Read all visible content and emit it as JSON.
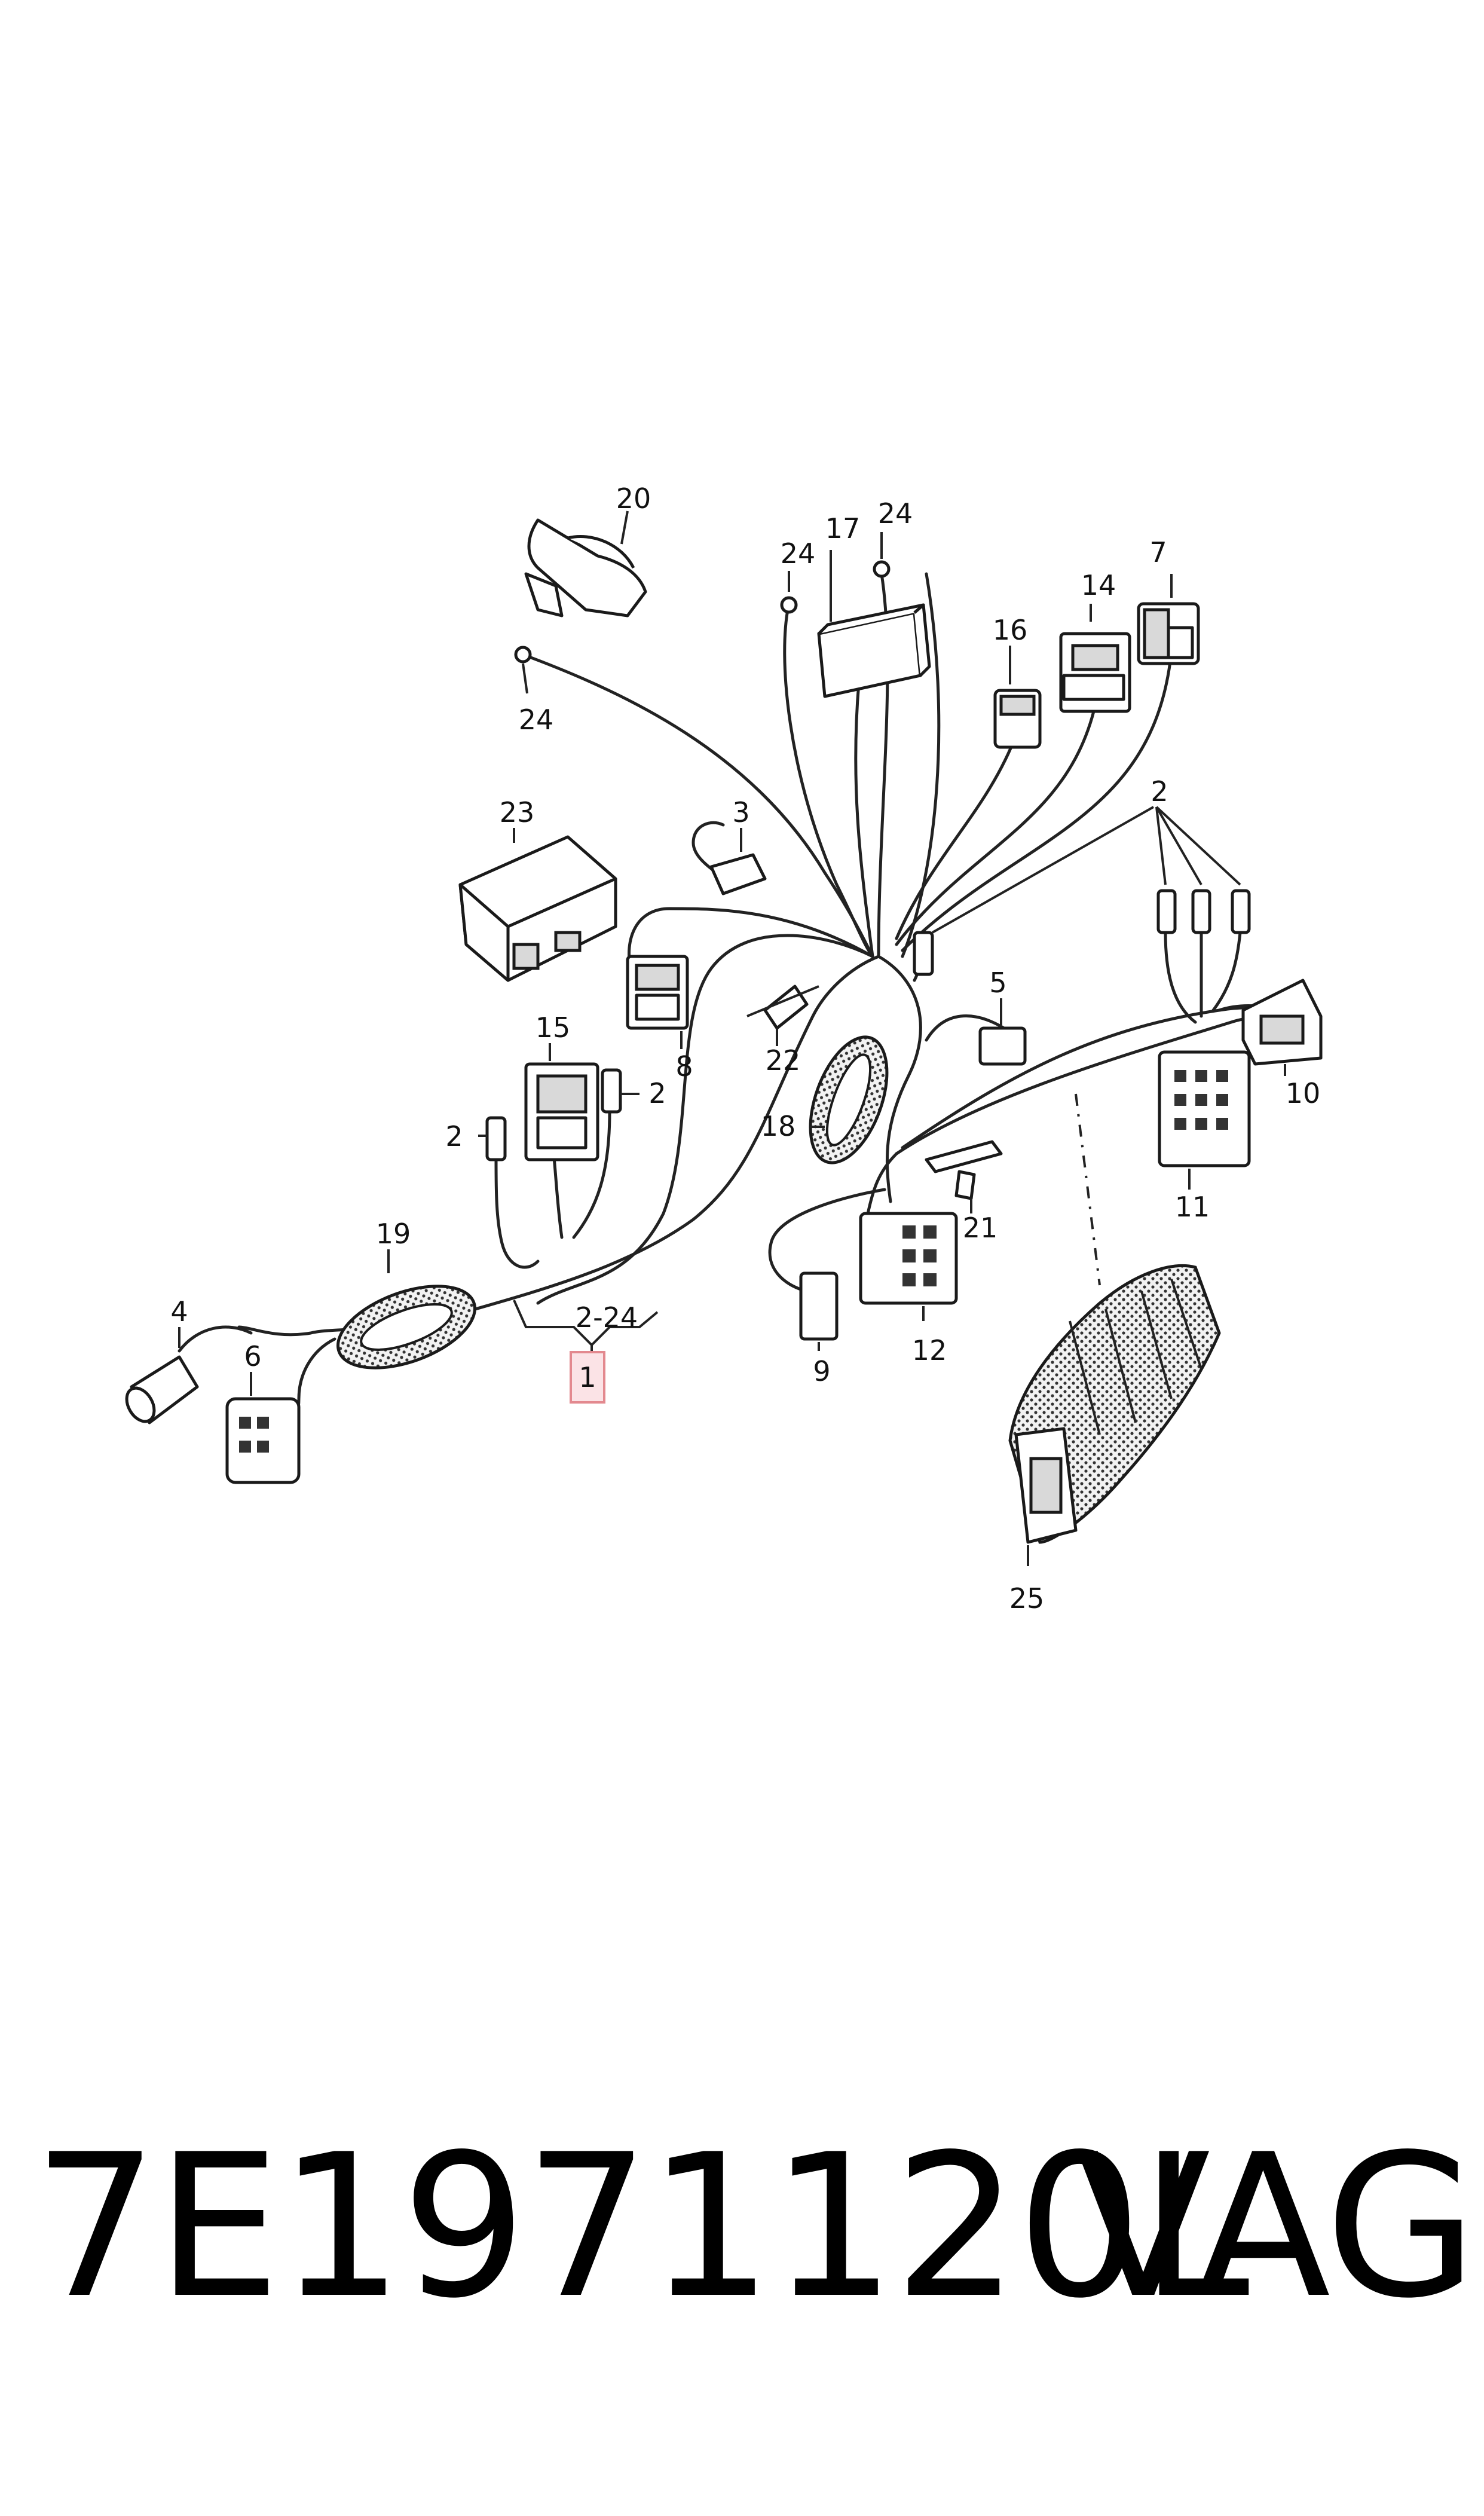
{
  "callouts": {
    "c20": "20",
    "c24a": "24",
    "c17": "17",
    "c24b": "24",
    "c24c": "24",
    "c7": "7",
    "c14": "14",
    "c16": "16",
    "c23": "23",
    "c3": "3",
    "c2a": "2",
    "c15": "15",
    "c8": "8",
    "c22": "22",
    "c5": "5",
    "c2b": "2",
    "c2c": "2",
    "c10": "10",
    "c18": "18",
    "c11": "11",
    "c21": "21",
    "c19": "19",
    "c4": "4",
    "c6": "6",
    "c2_24": "2-24",
    "c1": "1",
    "c9": "9",
    "c12": "12",
    "c25": "25"
  },
  "footer": {
    "part_number": "7E1971120L",
    "brand": "VAG"
  },
  "colors": {
    "line": "#1a1a1a",
    "highlight_fill": "#fbe3e6",
    "highlight_stroke": "#e3898f"
  }
}
